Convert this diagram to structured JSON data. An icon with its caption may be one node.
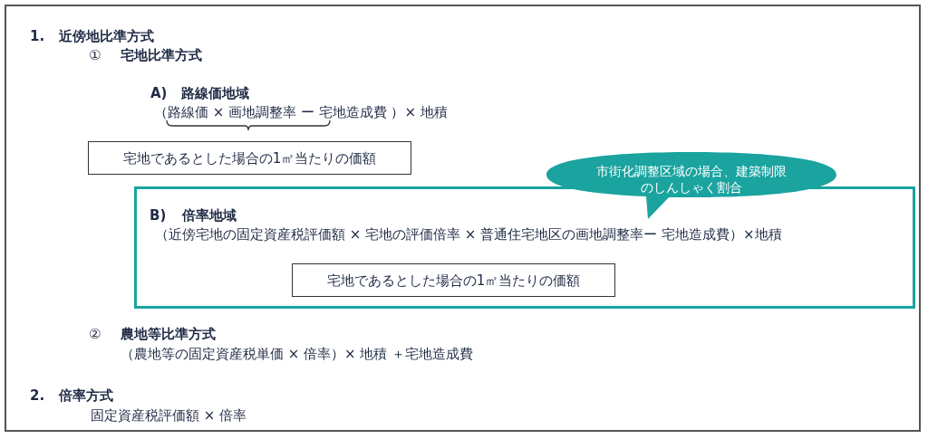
{
  "diagram": {
    "nodes": [
      {
        "text": [
          "宅地であるとした場合の1㎡当たりの価額"
        ]
      },
      {
        "text": [
          "B)",
          "倍率地域",
          "（近傍宅地の固定資産税評価額 × 宅地の評価倍率 × 普通住宅地区の画地調整率ー 宅地造成費）×地積"
        ]
      },
      {
        "text": [
          "宅地であるとした場合の1㎡当たりの価額"
        ],
        "in": 1
      },
      {
        "text": [
          "市街化調整区域の場合、建築制限のしんしゃく割合"
        ]
      }
    ],
    "labels": [
      "1.",
      "近傍地比準方式",
      "①",
      "宅地比準方式",
      "A)",
      "路線価地域",
      "（路線価 × 画地調整率 ー 宅地造成費 ）× 地積",
      "②",
      "農地等比準方式",
      "（農地等の固定資産税単価 × 倍率）× 地積 ＋宅地造成費",
      "2.",
      "倍率方式",
      "固定資産税評価額 × 倍率"
    ]
  }
}
